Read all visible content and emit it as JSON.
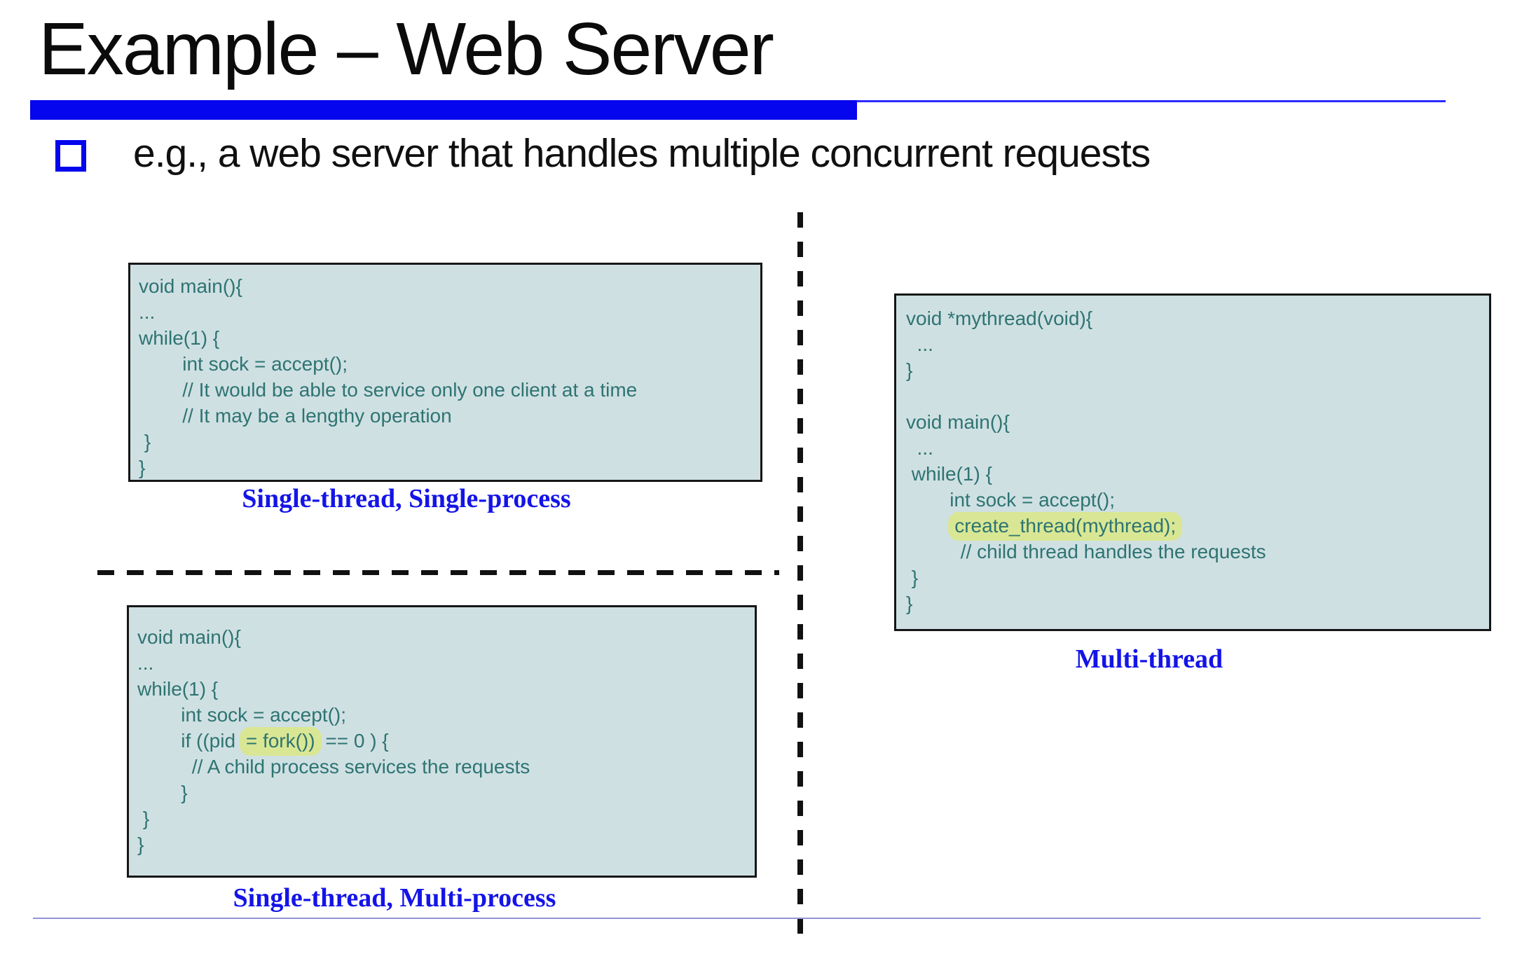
{
  "title": "Example – Web Server",
  "bullet": {
    "text": "e.g., a web server that handles multiple concurrent requests"
  },
  "colors": {
    "accent_bar": "#0505ee",
    "thin_rule_top": "#2b2bff",
    "thin_rule_bottom": "#9494d8",
    "code_text": "#2e7472",
    "code_background": "#cfe0e3",
    "code_border": "#161616",
    "highlight": "#d9e794",
    "label_blue": "#1414e8"
  },
  "code_blocks": [
    {
      "label": "Single-thread, Single-process",
      "lines": [
        [
          [
            "void main(){",
            false
          ]
        ],
        [
          [
            "...",
            false
          ]
        ],
        [
          [
            "while(1) {",
            false
          ]
        ],
        [
          [
            "        int sock = accept();",
            false
          ]
        ],
        [
          [
            "        // It would be able to service only one client at a time",
            false
          ]
        ],
        [
          [
            "        // It may be a lengthy operation",
            false
          ]
        ],
        [
          [
            " }",
            false
          ]
        ],
        [
          [
            "}",
            false
          ]
        ]
      ]
    },
    {
      "label": "Single-thread, Multi-process",
      "lines": [
        [
          [
            "void main(){",
            false
          ]
        ],
        [
          [
            "...",
            false
          ]
        ],
        [
          [
            "while(1) {",
            false
          ]
        ],
        [
          [
            "        int sock = accept();",
            false
          ]
        ],
        [
          [
            "        if ((pid ",
            false
          ],
          [
            "= fork())",
            true
          ],
          [
            " == 0 ) {",
            false
          ]
        ],
        [
          [
            "          // A child process services the requests",
            false
          ]
        ],
        [
          [
            "        }",
            false
          ]
        ],
        [
          [
            " }",
            false
          ]
        ],
        [
          [
            "}",
            false
          ]
        ]
      ]
    },
    {
      "label": "Multi-thread",
      "lines": [
        [
          [
            "void *mythread(void){",
            false
          ]
        ],
        [
          [
            "  ...",
            false
          ]
        ],
        [
          [
            "}",
            false
          ]
        ],
        [
          [
            " ",
            false
          ]
        ],
        [
          [
            "void main(){",
            false
          ]
        ],
        [
          [
            "  ...",
            false
          ]
        ],
        [
          [
            " while(1) {",
            false
          ]
        ],
        [
          [
            "        int sock = accept();",
            false
          ]
        ],
        [
          [
            "        ",
            false
          ],
          [
            "create_thread(mythread);",
            true
          ]
        ],
        [
          [
            "          // child thread handles the requests",
            false
          ]
        ],
        [
          [
            " }",
            false
          ]
        ],
        [
          [
            "}",
            false
          ]
        ]
      ]
    }
  ]
}
